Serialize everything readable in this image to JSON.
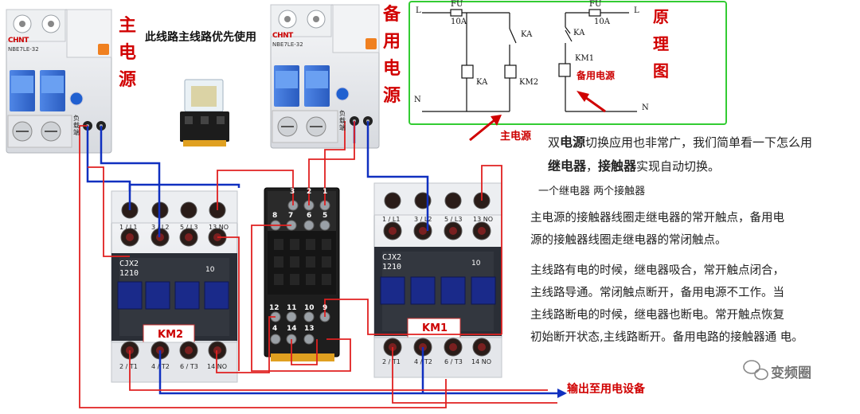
{
  "main_source": {
    "label": [
      "主",
      "电",
      "源"
    ],
    "note": "此线路主线路优先使用"
  },
  "backup_source": {
    "label": [
      "备",
      "用",
      "电",
      "源"
    ]
  },
  "breaker": {
    "brand": "CHNT",
    "model": "NBE7LE-32",
    "side_label": [
      "负",
      "载",
      "端"
    ]
  },
  "schematic": {
    "L": "L",
    "N": "N",
    "FU": "FU",
    "fuse_rating": "10A",
    "KA": "KA",
    "KM2": "KM2",
    "KM1": "KM1",
    "backup_label": "备用电源",
    "main_label": "主电源",
    "title": [
      "原",
      "理",
      "图"
    ]
  },
  "contactor_left": {
    "name": "KM2",
    "model": [
      "CJX2",
      "1210"
    ],
    "rating": "10",
    "top_terminals": [
      "1 / L1",
      "3 / L2",
      "5 / L3",
      "13 NO"
    ],
    "bottom_terminals": [
      "2 / T1",
      "4 / T2",
      "6 / T3",
      "14 NO"
    ]
  },
  "contactor_right": {
    "name": "KM1",
    "model": [
      "CJX2",
      "1210"
    ],
    "rating": "10",
    "top_terminals": [
      "1 / L1",
      "3 / L2",
      "5 / L3",
      "13 NO"
    ],
    "bottom_terminals": [
      "2 / T1",
      "4 / T2",
      "6 / T3",
      "14 NO"
    ]
  },
  "relay_base": {
    "top_row1": [
      "3",
      "2",
      "1"
    ],
    "top_row2": [
      "8",
      "7",
      "6",
      "5"
    ],
    "bottom_row1": [
      "12",
      "11",
      "10",
      "9"
    ],
    "bottom_row2": [
      "4",
      "14",
      "13"
    ]
  },
  "description": {
    "p1_line1_a": "双",
    "p1_line1_b": "电源",
    "p1_line1_c": "切换应用也非常广，我们简单看一下怎么用",
    "p1_line2_a": "继电器",
    "p1_line2_b": "，",
    "p1_line2_c": "接触器",
    "p1_line2_d": "实现自动切换。",
    "p2": "一个继电器  两个接触器",
    "p3_line1": "主电源的接触器线圈走继电器的常开触点，备用电",
    "p3_line2": "源的接触器线圈走继电器的常闭触点。",
    "p4_line1": "主线路有电的时候，继电器吸合，常开触点闭合，",
    "p4_line2": "主线路导通。常闭触点断开，备用电源不工作。当",
    "p4_line3": "主线路断电的时候，继电器也断电。常开触点恢复",
    "p4_line4": "初始断开状态,主线路断开。备用电路的接触器通 电。"
  },
  "output_label": "输出至用电设备",
  "watermark": "变频圈",
  "colors": {
    "live": "#e02020",
    "neutral": "#1030c0",
    "contactor": "#e8eaee",
    "coil": "#1a2a8a",
    "schematic_border": "#33cc33"
  }
}
